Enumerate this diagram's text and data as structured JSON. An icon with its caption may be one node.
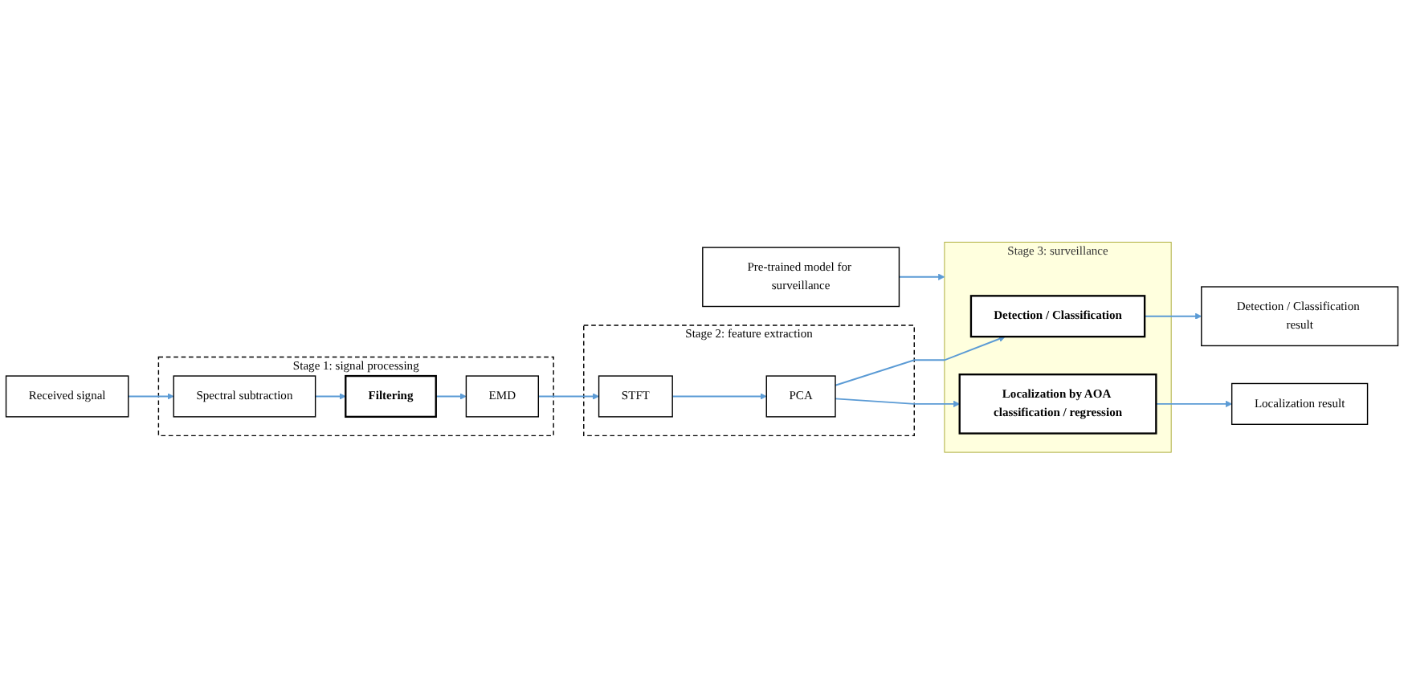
{
  "diagram": {
    "nodes": [
      {
        "text": [
          "Received signal"
        ]
      },
      {
        "text": [
          "Stage 1: signal processing"
        ]
      },
      {
        "text": [
          "Spectral subtraction"
        ],
        "in": 1
      },
      {
        "text": [
          "Filtering"
        ],
        "in": 1
      },
      {
        "text": [
          "EMD"
        ],
        "in": 1
      },
      {
        "text": [
          "Stage 2: feature extraction"
        ]
      },
      {
        "text": [
          "STFT"
        ],
        "in": 5
      },
      {
        "text": [
          "PCA"
        ],
        "in": 5
      },
      {
        "text": [
          "Pre-trained model for surveillance"
        ]
      },
      {
        "text": [
          "Stage 3: surveillance"
        ]
      },
      {
        "text": [
          "Detection / Classification"
        ],
        "in": 9
      },
      {
        "text": [
          "Localization by AOA classification / regression"
        ],
        "in": 9
      },
      {
        "text": [
          "Detection / Classification result"
        ]
      },
      {
        "text": [
          "Localization result"
        ]
      }
    ],
    "edges": [
      {
        "from": 0,
        "to": 2,
        "arrow": "to"
      },
      {
        "from": 2,
        "to": 3,
        "arrow": "to"
      },
      {
        "from": 3,
        "to": 4,
        "arrow": "to"
      },
      {
        "from": 4,
        "to": 6,
        "arrow": "to"
      },
      {
        "from": 6,
        "to": 7,
        "arrow": "to"
      },
      {
        "from": 7,
        "to": 10,
        "arrow": "to"
      },
      {
        "from": 7,
        "to": 11,
        "arrow": "to"
      },
      {
        "from": 8,
        "to": 9,
        "arrow": "to"
      },
      {
        "from": 10,
        "to": 12,
        "arrow": "to"
      },
      {
        "from": 11,
        "to": 13,
        "arrow": "to"
      }
    ]
  }
}
